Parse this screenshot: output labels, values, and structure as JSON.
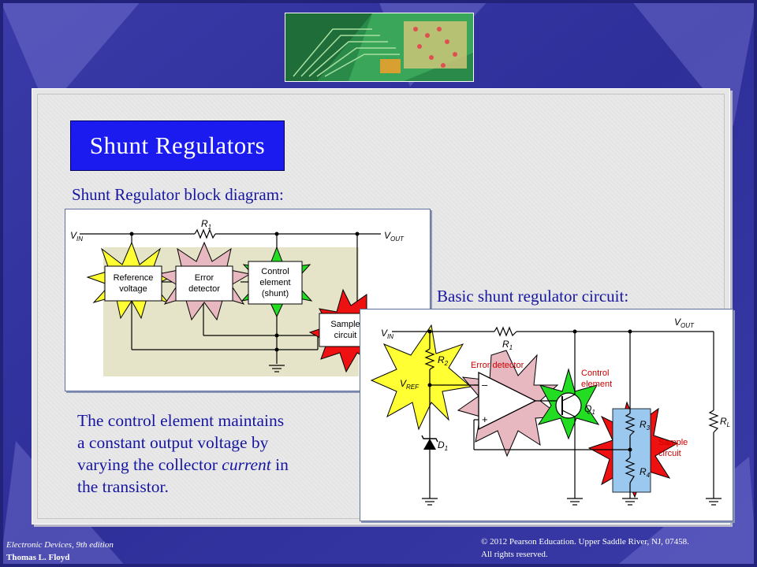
{
  "title": "Shunt Regulators",
  "captions": {
    "block_diagram": "Shunt Regulator block diagram:",
    "circuit": "Basic shunt regulator circuit:"
  },
  "body_text": {
    "line1": "The control element maintains",
    "line2": "a constant output voltage by",
    "line3_pre": "varying the collector ",
    "line3_em": "current",
    "line3_post": " in",
    "line4": "the transistor."
  },
  "block_diagram": {
    "vin_main": "V",
    "vin_sub": "IN",
    "vout_main": "V",
    "vout_sub": "OUT",
    "r1_main": "R",
    "r1_sub": "1",
    "reference_l1": "Reference",
    "reference_l2": "voltage",
    "error_l1": "Error",
    "error_l2": "detector",
    "control_l1": "Control",
    "control_l2": "element",
    "control_l3": "(shunt)",
    "sample_l1": "Sample",
    "sample_l2": "circuit"
  },
  "circuit": {
    "vin_main": "V",
    "vin_sub": "IN",
    "vout_main": "V",
    "vout_sub": "OUT",
    "vref_main": "V",
    "vref_sub": "REF",
    "r1_main": "R",
    "r1_sub": "1",
    "r2_main": "R",
    "r2_sub": "2",
    "r3_main": "R",
    "r3_sub": "3",
    "r4_main": "R",
    "r4_sub": "4",
    "rl_main": "R",
    "rl_sub": "L",
    "d1_main": "D",
    "d1_sub": "1",
    "q1_main": "Q",
    "q1_sub": "1",
    "error_detector": "Error detector",
    "control_l1": "Control",
    "control_l2": "element",
    "sample_l1": "Sample",
    "sample_l2": "circuit",
    "minus": "–",
    "plus": "+"
  },
  "footer": {
    "book_title": "Electronic Devices, 9th edition",
    "author": "Thomas L. Floyd",
    "copyright_l1": "© 2012 Pearson Education. Upper Saddle River, NJ,  07458.",
    "copyright_l2": "All rights reserved."
  },
  "colors": {
    "background": "#3535a8",
    "title_box": "#1b1bf0",
    "text": "#1616a0",
    "star_yellow": "#ffff33",
    "star_pink": "#e8b8c0",
    "star_green": "#22dd22",
    "star_red": "#ee1111",
    "block_fill": "#e6e4c8"
  }
}
